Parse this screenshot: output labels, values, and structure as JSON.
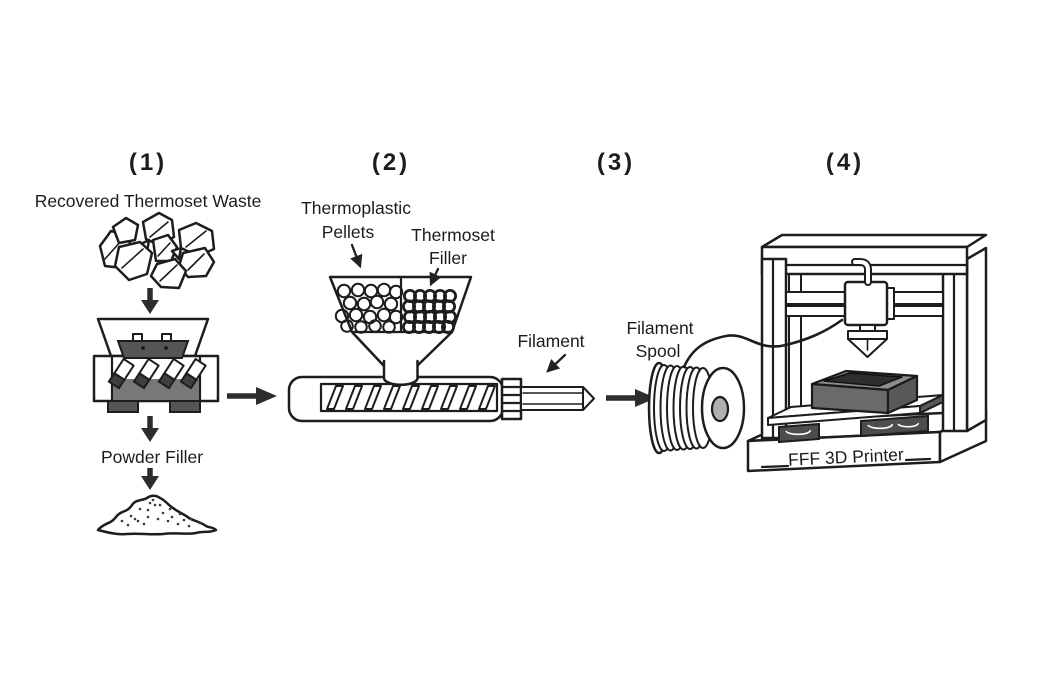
{
  "figure": {
    "steps": [
      {
        "number": "(1)",
        "labels": {
          "input": "Recovered Thermoset Waste",
          "output": "Powder Filler"
        }
      },
      {
        "number": "(2)",
        "labels": {
          "hopper_left_line1": "Thermoplastic",
          "hopper_left_line2": "Pellets",
          "hopper_right_line1": "Thermoset",
          "hopper_right_line2": "Filler",
          "output": "Filament"
        }
      },
      {
        "number": "(3)",
        "labels": {
          "spool_line1": "Filament",
          "spool_line2": "Spool"
        }
      },
      {
        "number": "(4)",
        "labels": {
          "machine": "FFF 3D Printer"
        }
      }
    ],
    "colors": {
      "background": "#ffffff",
      "line": "#1d1d1d",
      "dark_fill": "#555555",
      "mid_fill": "#787878",
      "blade_tip": "#3f3f3f",
      "support_fill": "#4d4d4d",
      "box_top": "#8c8c8c",
      "box_front": "#6a6a6a",
      "box_side": "#585858",
      "box_cavity": "#2e2e2e",
      "hub": "#b0b0b0"
    }
  }
}
